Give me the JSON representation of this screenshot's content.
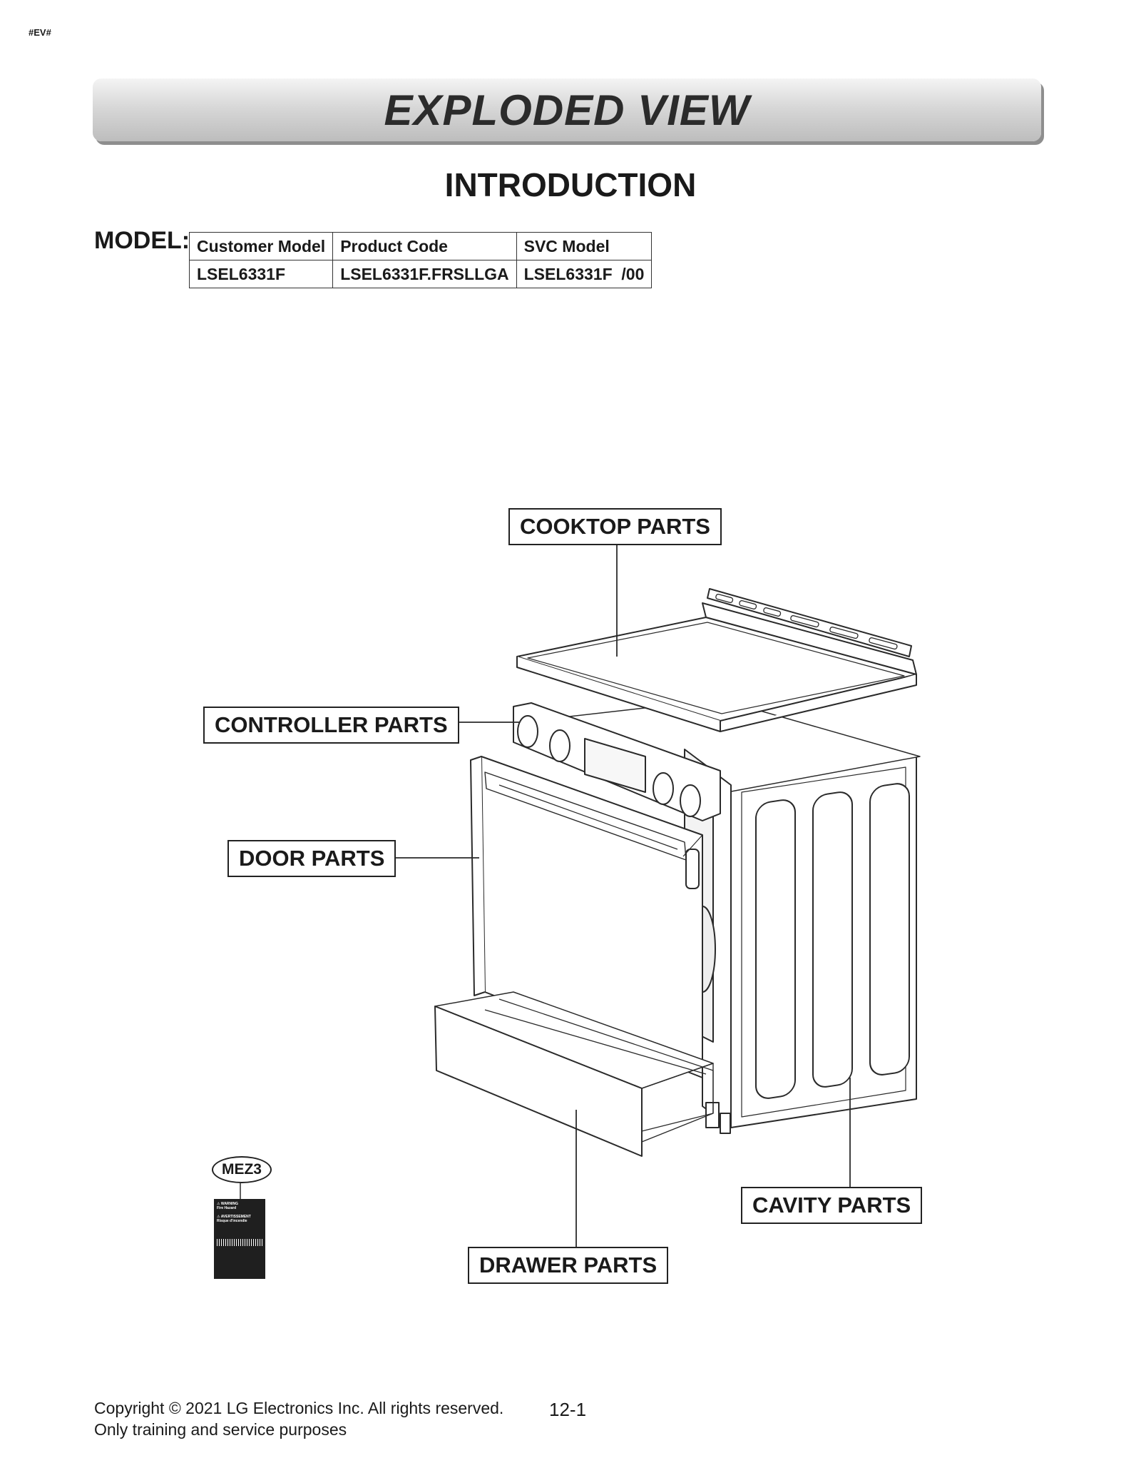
{
  "doc_tag": "#EV#",
  "banner_title": "EXPLODED VIEW",
  "section_title": "INTRODUCTION",
  "model_label": "MODEL:",
  "model_table": {
    "headers": [
      "Customer Model",
      "Product Code",
      "SVC Model"
    ],
    "row": [
      "LSEL6331F",
      "LSEL6331F.FRSLLGA",
      "LSEL6331F  /00"
    ]
  },
  "callouts": {
    "cooktop": "COOKTOP PARTS",
    "controller": "CONTROLLER PARTS",
    "door": "DOOR PARTS",
    "cavity": "CAVITY PARTS",
    "drawer": "DRAWER PARTS"
  },
  "mez_code": "MEZ3",
  "warning_label": {
    "warning": "WARNING",
    "warning_sub": "Fire Hazard",
    "avert": "AVERTISSEMENT",
    "avert_sub": "Risque d'incendie"
  },
  "footer": {
    "copyright": "Copyright © 2021 LG Electronics Inc. All rights reserved.",
    "purpose": "Only training and service purposes"
  },
  "page_number": "12-1"
}
